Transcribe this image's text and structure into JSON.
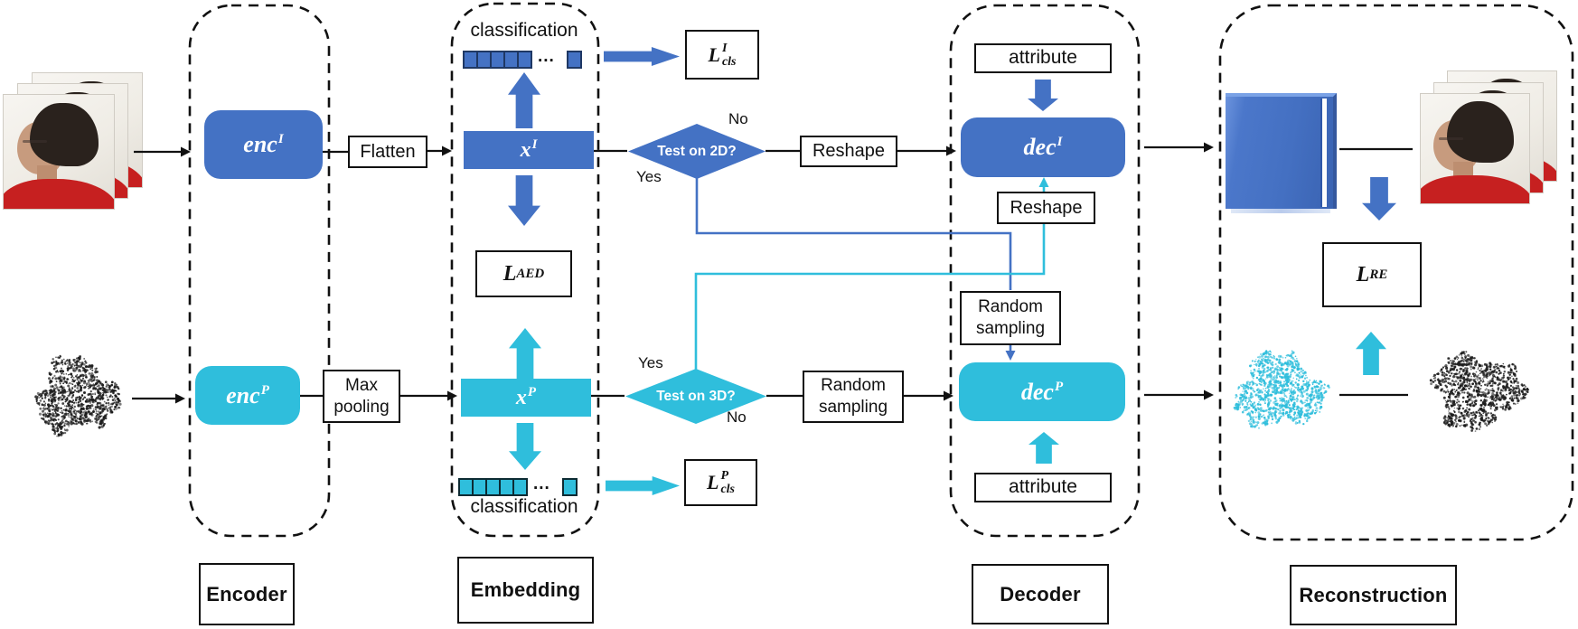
{
  "palette": {
    "blue": "#4472C4",
    "cyan": "#2FBEDC",
    "cloud_black": "#1b1b1b"
  },
  "stages": {
    "encoder": {
      "label": "Encoder"
    },
    "embedding": {
      "label": "Embedding"
    },
    "decoder": {
      "label": "Decoder"
    },
    "reconstruction": {
      "label": "Reconstruction"
    }
  },
  "nodes": {
    "enc_image": {
      "base": "enc",
      "sup": "I"
    },
    "enc_points": {
      "base": "enc",
      "sup": "P"
    },
    "x_image": {
      "base": "x",
      "sup": "I"
    },
    "x_points": {
      "base": "x",
      "sup": "P"
    },
    "dec_image": {
      "base": "dec",
      "sup": "I"
    },
    "dec_points": {
      "base": "dec",
      "sup": "P"
    }
  },
  "losses": {
    "aed": {
      "base": "L",
      "sub": "AED"
    },
    "cls_image": {
      "base": "L",
      "sup": "I",
      "sub": "cls"
    },
    "cls_points": {
      "base": "L",
      "sup": "P",
      "sub": "cls"
    },
    "re": {
      "base": "L",
      "sub": "RE"
    }
  },
  "flow_boxes": {
    "flatten": "Flatten",
    "max_pooling": "Max pooling",
    "reshape_top": "Reshape",
    "reshape_decoder": "Reshape",
    "random_sampling_outer": "Random sampling",
    "random_sampling_decoder": "Random sampling",
    "attribute_top": "attribute",
    "attribute_bottom": "attribute"
  },
  "decisions": {
    "test2d": {
      "label": "Test on 2D?",
      "yes": "Yes",
      "no": "No"
    },
    "test3d": {
      "label": "Test on 3D?",
      "yes": "Yes",
      "no": "No"
    }
  },
  "classification_top": {
    "label": "classification",
    "dots": "..."
  },
  "classification_bottom": {
    "label": "classification",
    "dots": "..."
  }
}
